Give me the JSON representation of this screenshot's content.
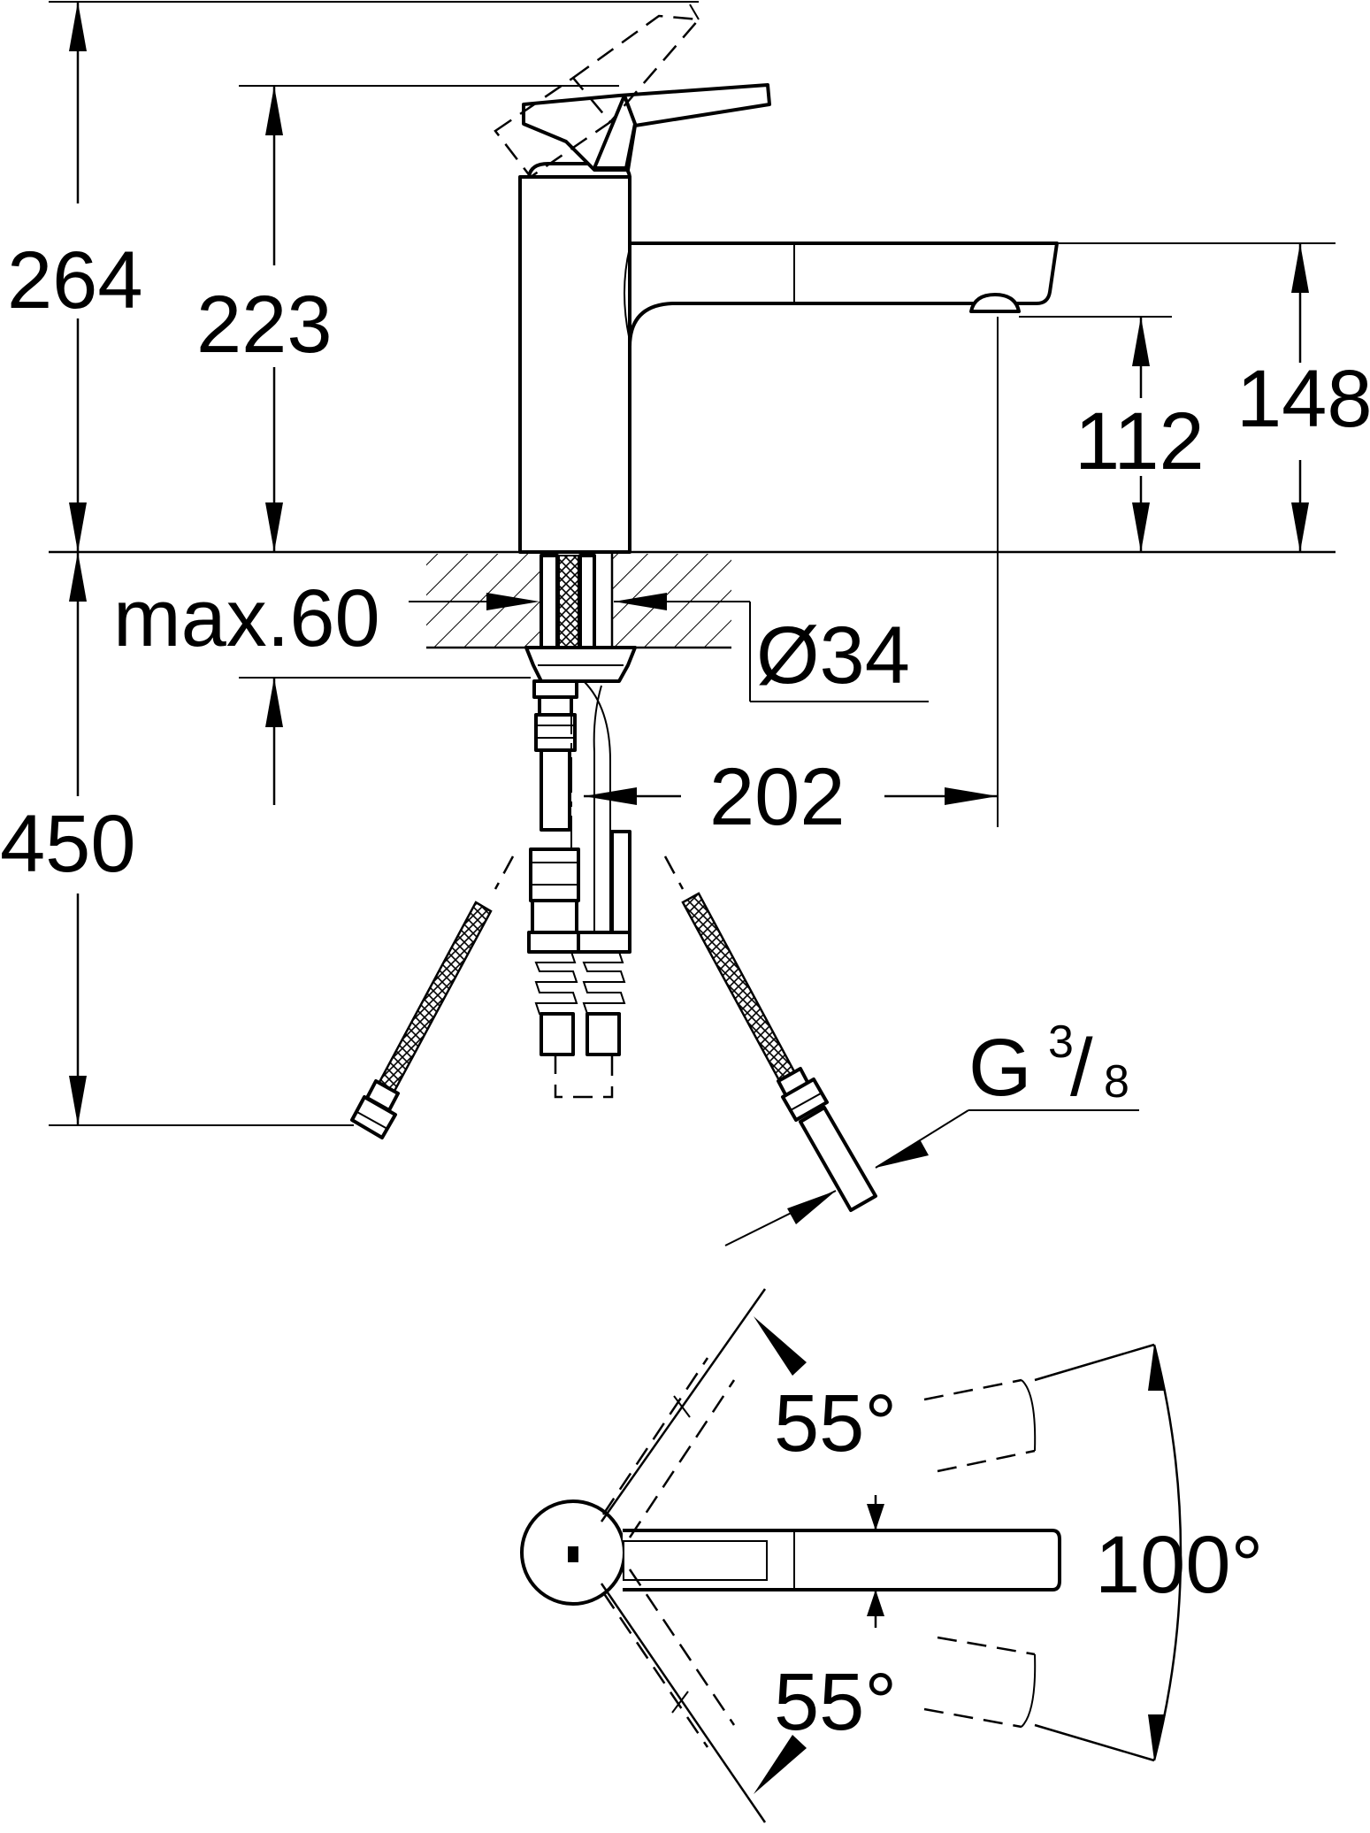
{
  "dimensions": {
    "overall_height": "264",
    "lever_height": "223",
    "spout_height": "148",
    "outlet_height": "112",
    "max_deck_thickness": "max.60",
    "hole_diameter": "Ø34",
    "below_deck_length": "450",
    "spout_reach": "202",
    "connection_thread_main": "G",
    "connection_thread_num": "3",
    "connection_thread_den": "8",
    "swivel_angle_upper": "55°",
    "swivel_angle_lower": "55°",
    "swivel_angle_total": "100°"
  }
}
